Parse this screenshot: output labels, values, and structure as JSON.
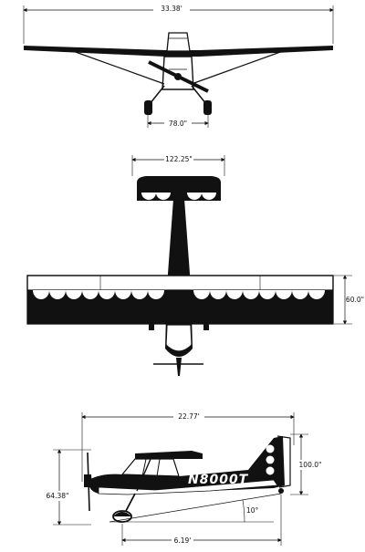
{
  "dimensions": {
    "wingspan": "33.38'",
    "wheel_track": "78.0\"",
    "tail_span": "122.25\"",
    "wing_chord": "60.0\"",
    "overall_length": "22.77'",
    "height": "64.38\"",
    "tail_height": "100.0\"",
    "ground_angle": "10°",
    "wheelbase": "6.19'"
  },
  "registration": "N8000T",
  "colors": {
    "ink": "#111111",
    "paper": "#ffffff"
  }
}
